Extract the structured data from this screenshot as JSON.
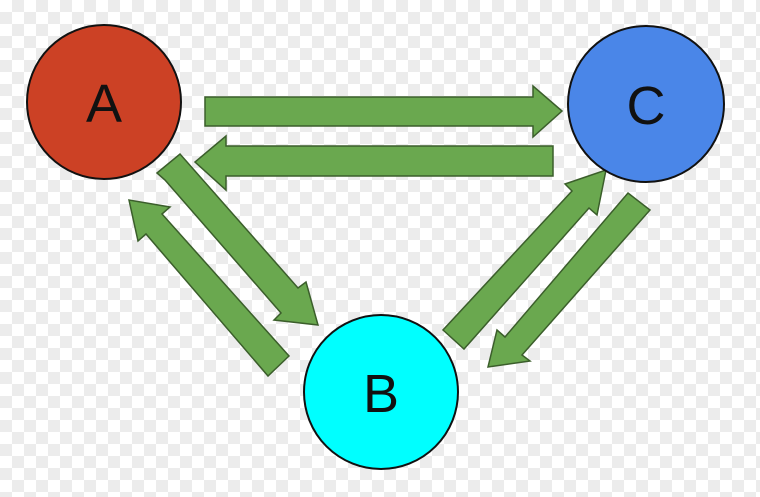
{
  "nodes": {
    "a": {
      "label": "A",
      "color": "#cc4125"
    },
    "b": {
      "label": "B",
      "color": "#00ffff"
    },
    "c": {
      "label": "C",
      "color": "#4a86e8"
    }
  },
  "edge_color": "#6aa84f",
  "edges": [
    {
      "from": "A",
      "to": "C"
    },
    {
      "from": "C",
      "to": "A"
    },
    {
      "from": "A",
      "to": "B"
    },
    {
      "from": "B",
      "to": "A"
    },
    {
      "from": "B",
      "to": "C"
    },
    {
      "from": "C",
      "to": "B"
    }
  ]
}
